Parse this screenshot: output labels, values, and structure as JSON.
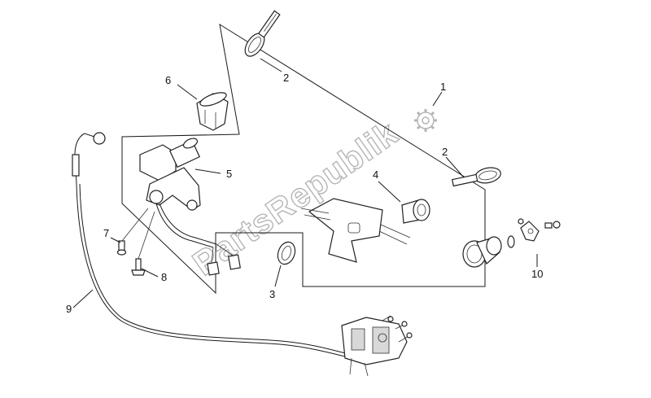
{
  "watermark": {
    "text": "PartsRepublik"
  },
  "callouts": [
    {
      "id": "1",
      "label": "1"
    },
    {
      "id": "2a",
      "label": "2"
    },
    {
      "id": "2b",
      "label": "2"
    },
    {
      "id": "3",
      "label": "3"
    },
    {
      "id": "4",
      "label": "4"
    },
    {
      "id": "5",
      "label": "5"
    },
    {
      "id": "6",
      "label": "6"
    },
    {
      "id": "7",
      "label": "7"
    },
    {
      "id": "8",
      "label": "8"
    },
    {
      "id": "9",
      "label": "9"
    },
    {
      "id": "10",
      "label": "10"
    }
  ]
}
